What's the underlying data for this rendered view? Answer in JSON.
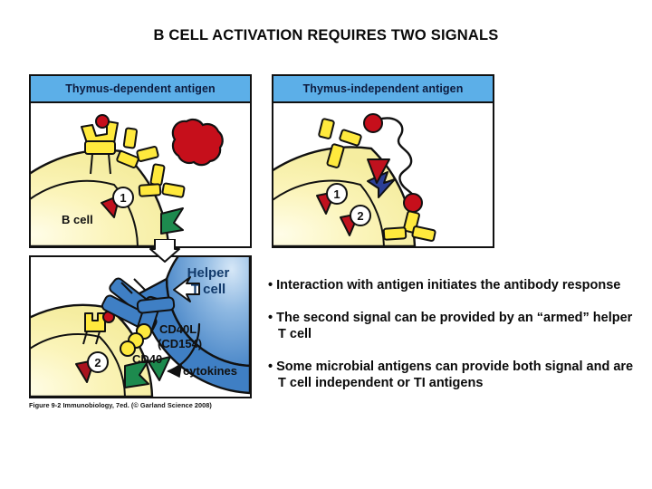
{
  "slide": {
    "title": "B CELL ACTIVATION REQUIRES TWO SIGNALS",
    "caption": "Figure 9-2  Immunobiology, 7ed. (© Garland Science 2008)"
  },
  "panels": [
    {
      "id": "thymus-dependent",
      "header": "Thymus-dependent antigen",
      "labels": {
        "cell": "B cell",
        "signal_1": "1"
      }
    },
    {
      "id": "thymus-independent",
      "header": "Thymus-independent antigen",
      "labels": {
        "signal_1": "1",
        "signal_2": "2"
      }
    },
    {
      "id": "helper-t-cell",
      "header": "",
      "labels": {
        "helper_line_1": "Helper",
        "helper_line_2": "T cell",
        "cd40l": "CD40L",
        "cd154": "(CD154)",
        "cd40": "CD40",
        "cytokines": "cytokines",
        "signal_2": "2"
      }
    }
  ],
  "bullets": [
    "•  Interaction with antigen initiates the antibody response",
    "•  The second signal can be provided by an “armed” helper T cell",
    "•  Some microbial antigens can provide both signal and are T cell independent or TI antigens"
  ],
  "colors": {
    "header_blue": "#5cafe8",
    "header_text": "#0d1b3e",
    "cell_yellow": "#f7f0a8",
    "cell_yellow_light": "#fdfbe0",
    "receptor_yellow": "#ffe93d",
    "antigen_red": "#c60f1b",
    "signal_red": "#c0111e",
    "signal_green": "#1d8a4e",
    "tcell_blue": "#3f7fc4",
    "tcell_blue_light": "#b9d4ef",
    "arrow_blue": "#2b3f96",
    "outline": "#111111"
  }
}
